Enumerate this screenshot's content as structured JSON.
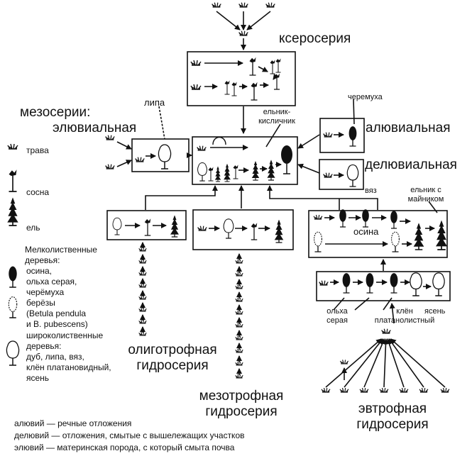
{
  "labels": {
    "xeroseries": "ксеросерия",
    "mesoseries": "мезосерии:",
    "eluvial": "элювиальная",
    "alluvial": "алювиальная",
    "deluvial": "делювиальная",
    "lipa": "липа",
    "cheremukha": "черемуха",
    "elnik_kislichnik": "ельник-\nкисличник",
    "vyaz": "вяз",
    "elnik_maynik": "ельник с\nмайником",
    "osina": "осина",
    "olha_seraya": "ольха\nсерая",
    "klen": "клён\nплатанолистный",
    "yasen": "ясень",
    "oligotrophic": "олиготрофная\nгидросерия",
    "mesotrophic": "мезотрофная\nгидросерия",
    "eutrophic": "эвтрофная\nгидросерия"
  },
  "legend": {
    "grass": "трава",
    "pine": "сосна",
    "spruce": "ель",
    "smallleaf_title": "Мелколиственные\nдеревья:",
    "smallleaf_dark": "осина,\nольха серая,\nчерёмуха",
    "birch": "берёзы\n(Betula pendula\nи B. pubescens)",
    "broadleaf_title": "широколиственные\nдеревья:",
    "broadleaf_list": "дуб, липа, вяз,\nклён платановидный,\nясень"
  },
  "footnotes": {
    "alluvium": "алювий — речные отложения",
    "deluvium": "делювий — отложения, смытые с вышележащих участков",
    "eluvium": "элювий — материнская порода, с который смыта почва"
  },
  "icons": {
    "grass": "grass-icon",
    "pine": "pine-icon",
    "spruce": "spruce-icon",
    "dark_tree": "dark-deciduous-icon",
    "birch": "birch-icon",
    "broadleaf": "broadleaf-icon"
  },
  "colors": {
    "ink": "#111111",
    "paper": "#ffffff"
  }
}
